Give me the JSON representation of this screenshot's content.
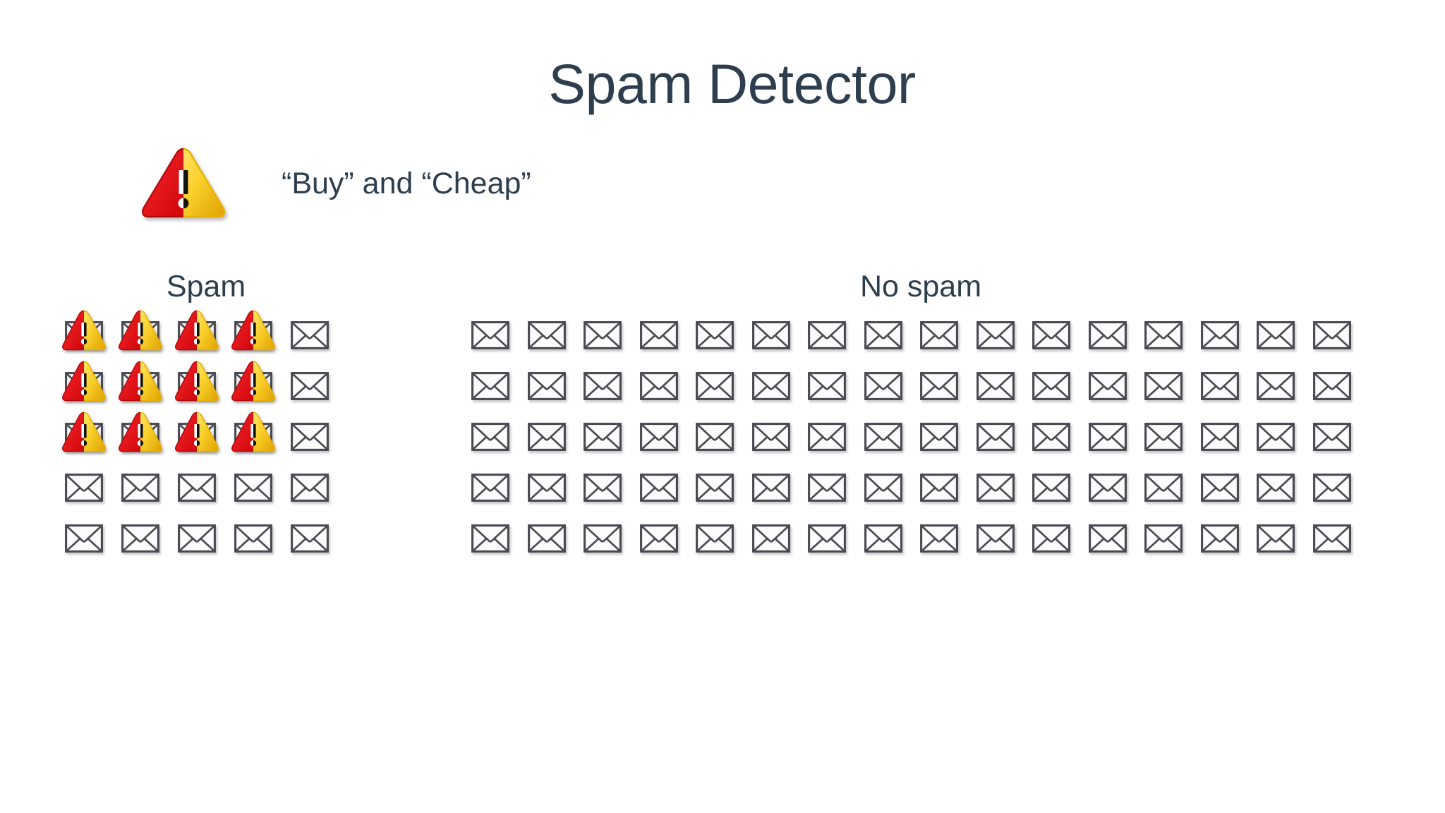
{
  "page": {
    "title": "Spam Detector",
    "background_color": "#ffffff",
    "text_color": "#2d3e4e"
  },
  "rule": {
    "icon": "warning-triangle-icon",
    "label": "“Buy” and “Cheap”"
  },
  "groups": [
    {
      "id": "spam",
      "header": "Spam",
      "columns": 5,
      "rows": 5,
      "total_emails": 25,
      "flagged_count": 12,
      "cells": [
        [
          "flagged",
          "flagged",
          "flagged",
          "flagged",
          "plain"
        ],
        [
          "flagged",
          "flagged",
          "flagged",
          "flagged",
          "plain"
        ],
        [
          "flagged",
          "flagged",
          "flagged",
          "flagged",
          "plain"
        ],
        [
          "plain",
          "plain",
          "plain",
          "plain",
          "plain"
        ],
        [
          "plain",
          "plain",
          "plain",
          "plain",
          "plain"
        ]
      ]
    },
    {
      "id": "no-spam",
      "header": "No spam",
      "columns": 16,
      "rows": 5,
      "total_emails": 80,
      "flagged_count": 0,
      "cells": [
        [
          "plain",
          "plain",
          "plain",
          "plain",
          "plain",
          "plain",
          "plain",
          "plain",
          "plain",
          "plain",
          "plain",
          "plain",
          "plain",
          "plain",
          "plain",
          "plain"
        ],
        [
          "plain",
          "plain",
          "plain",
          "plain",
          "plain",
          "plain",
          "plain",
          "plain",
          "plain",
          "plain",
          "plain",
          "plain",
          "plain",
          "plain",
          "plain",
          "plain"
        ],
        [
          "plain",
          "plain",
          "plain",
          "plain",
          "plain",
          "plain",
          "plain",
          "plain",
          "plain",
          "plain",
          "plain",
          "plain",
          "plain",
          "plain",
          "plain",
          "plain"
        ],
        [
          "plain",
          "plain",
          "plain",
          "plain",
          "plain",
          "plain",
          "plain",
          "plain",
          "plain",
          "plain",
          "plain",
          "plain",
          "plain",
          "plain",
          "plain",
          "plain"
        ],
        [
          "plain",
          "plain",
          "plain",
          "plain",
          "plain",
          "plain",
          "plain",
          "plain",
          "plain",
          "plain",
          "plain",
          "plain",
          "plain",
          "plain",
          "plain",
          "plain"
        ]
      ]
    }
  ],
  "icons": {
    "envelope": "envelope-icon",
    "warning": "warning-triangle-icon"
  },
  "colors": {
    "title": "#2d3e4e",
    "envelope_stroke": "#4a4a52",
    "envelope_fill": "#fcfcfd",
    "warning_red_light": "#e8252a",
    "warning_red_dark": "#b90b10",
    "warning_yellow_light": "#ffe14f",
    "warning_yellow_dark": "#e0a400",
    "exclamation_dark": "#1a1a1a",
    "exclamation_light": "#ffffff"
  }
}
